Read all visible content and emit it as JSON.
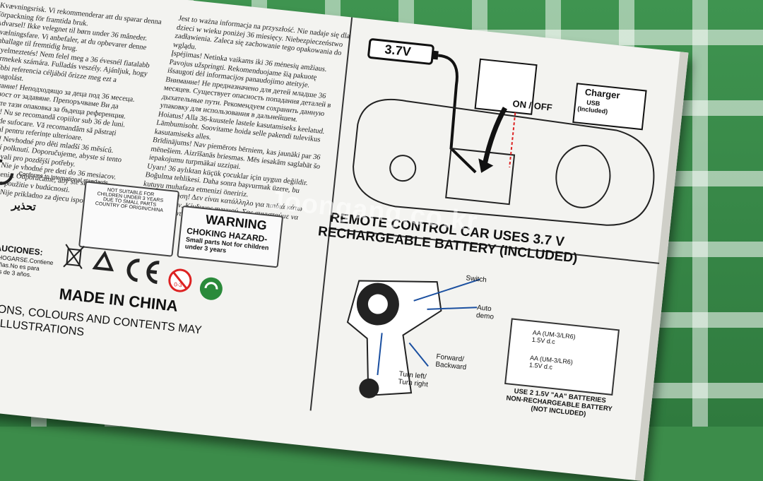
{
  "warnings_left": "Kvævningsrisk. Vi rekommenderar att du sparar denna förpackning för framtida bruk.\nAdvarsel! Ikke velegnet til børn under 36 måneder. Kvælningsfare. Vi anbefaler, at du opbevarer denne emballage til fremtidig brug.\nFigyelmeztetés! Nem felel meg a 36 évesnél fiatalabb gyermekek számára. Fulladás veszély. Ajánljuk, hogy későbbi referencia céljából őrizze meg ezt a csomagolást.\nВнимание! Неподходящо за деца под 36 месеца. Опасност от задавяне. Препоръчваме Ви да запазите тази опаковка за бъдеща референция.\nAtenție! Nu se recomandă copiilor sub 36 de luni. Pericol de sufocare. Vă recomandăm să păstrați ambalajul pentru referințe ulterioare.\nVarování! Nevhodné pro děti mladší 36 měsíců. Nebezpečí polknutí. Doporučujeme, abyste si tento obal uschovali pro pozdější potřeby.\nVarovanie! Nie je vhodné pre deti do 36 mesiacov. Riziko udusenia. Odporúčame, aby ste si obal uschovali pre použitie v budúcnosti.\nUpozorenje! Nije prikladno za djecu ispod 36 mjeseci",
  "warnings_mid": "Jest to ważna informacja na przyszłość. Nie nadaje się dla dzieci w wieku poniżej 36 miesięcy. Niebezpieczeństwo zadławienia. Zaleca się zachowanie tego opakowania do wglądu.\nĮspėjimas! Netinka vaikams iki 36 mėnesių amžiaus. Pavojus užspringti. Rekomenduojame šią pakuotę išsaugoti dėl informacijos panaudojimo ateityje.\nВнимание! Не предназначено для детей младше 36 месяцев. Существует опасность попадания деталей в дыхательные пути. Рекомендуем сохранить данную упаковку для использования в дальнейшем.\nHoiatus! Alla 36-kuustele lastele kasutamiseks keelatud. Lämbumisoht. Soovitame hoida selle pakendi tulevikus kasutamiseks alles.\nBrīdinājums! Nav piemērots bērniem, kas jaunāki par 36 mēnešiem. Aizrīšanās briesmas. Mēs iesakām saglabāt šo iepakojumu turpmākai uzziņai.\nUyarı! 36 aylıktan küçük çocuklar için uygun değildir. Boğulma tehlikesi. Daha sonra başvurmak üzere, bu kutuyu muhafaza etmenizi öneririz.\nΠροειδοποίηση! Δεν είναι κατάλληλο για παιδιά κάτω των 36 μηνών. Κίνδυνος πνιγμού. Σας συνιστούμε να κρατήσετε αυτή τη συσκευασία για μελλοντική παραπομπή.",
  "battery_label": "3.7V",
  "on_off_label": "ON / OFF",
  "charger": {
    "title": "Charger",
    "sub": "USB\n(Included)"
  },
  "rc_heading_1": "REMOTE CONTROL CAR USES 3.7 V",
  "rc_heading_2": "RECHARGEABLE BATTERY (INCLUDED)",
  "remote_labels": {
    "switch": "Switch",
    "auto_demo": "Auto\ndemo",
    "forward": "Forward/\nBackward",
    "turn": "Turn left/\nTurn right"
  },
  "aa_cell_1": "AA (UM-3/LR6)\n1.5V d.c",
  "aa_cell_2": "AA (UM-3/LR6)\n1.5V d.c",
  "aa_note": "USE 2 1.5V \"AA\" BATTERIES\nNON-RECHARGEABLE BATTERY\n(NOT INCLUDED)",
  "standards_text": "Conforms to International standards",
  "sticker_mid": "NOT SUITABLE FOR\nCHILDREN UNDER 3 YEARS\nDUE TO SMALL PARTS\nCOUNTRY OF ORIGIN/CHINA",
  "warning_title": "WARNING",
  "choking_text": "CHOKING HAZARD-",
  "choking_sub": "Small parts Not for children\nunder 3 years",
  "arabic_warning": "تحذير",
  "precauciones_title": "PRECAUCIONES:",
  "precauciones_text": "LIGRO DE AHOGARSE.Contiene\npiezas pequeñas.No es para\nniños menores de 3 años.",
  "code_fragment": "1-71",
  "made_in": "MADE IN CHINA",
  "specs_1": "CIFICATIONS, COLOURS AND CONTENTS MAY",
  "specs_2": "Y FROM ILLUSTRATIONS",
  "age_mark": "0-3",
  "watermark": "Joongang.co.kr"
}
